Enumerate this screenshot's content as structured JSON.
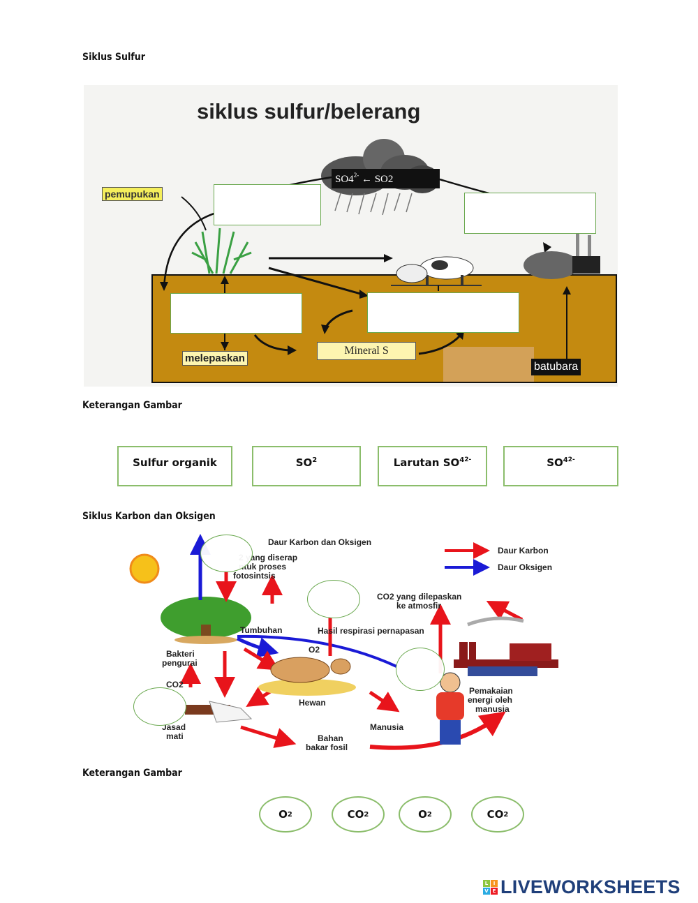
{
  "sections": {
    "sulfur_title": "Siklus Sulfur",
    "legend1_title": "Keterangan Gambar",
    "carbon_title": "Siklus Karbon dan Oksigen",
    "legend2_title": "Keterangan Gambar"
  },
  "sulfur_diagram": {
    "title": "siklus sulfur/belerang",
    "cloud_label_left": "SO4",
    "cloud_label_left_sup": "2-",
    "cloud_arrow": "←",
    "cloud_label_right": "SO2",
    "pemupukan": "pemupukan",
    "melepaskan": "melepaskan",
    "mineral": "Mineral S",
    "batubara": "batubara"
  },
  "sulfur_tiles": [
    {
      "main": "Sulfur organik",
      "sub": "",
      "sup": ""
    },
    {
      "main": "SO",
      "sub": "2",
      "sup": ""
    },
    {
      "main": "Larutan SO",
      "sub": "4",
      "sup": "2-"
    },
    {
      "main": "SO",
      "sub": "4",
      "sup": "2-"
    }
  ],
  "carbon_diagram": {
    "title": "Daur Karbon dan Oksigen",
    "legend_carbon": "Daur Karbon",
    "legend_oxygen": "Daur Oksigen",
    "absorbed": "2 yang diserap",
    "absorbed2": "ntuk proses",
    "absorbed3": "fotosintsis",
    "released1": "CO2 yang dilepaskan",
    "released2": "ke atmosfir",
    "tumbuhan": "Tumbuhan",
    "respirasi": "Hasil respirasi pernapasan",
    "o2": "O2",
    "bakteri1": "Bakteri",
    "bakteri2": "pengurai",
    "co2": "CO2",
    "jasad1": "Jasad",
    "jasad2": "mati",
    "hewan": "Hewan",
    "manusia": "Manusia",
    "pemakaian1": "Pemakaian",
    "pemakaian2": "energi oleh",
    "pemakaian3": "manusia",
    "bahan1": "Bahan",
    "bahan2": "bakar fosil",
    "carbon_color": "#e8141b",
    "oxygen_color": "#1a1ad6"
  },
  "carbon_tiles": [
    {
      "main": "O",
      "sub": "2"
    },
    {
      "main": "CO",
      "sub": "2"
    },
    {
      "main": "O",
      "sub": "2"
    },
    {
      "main": "CO",
      "sub": "2"
    }
  ],
  "brand": {
    "name": "LIVEWORKSHEETS",
    "logo_letters": [
      "L",
      "I",
      "V",
      "E"
    ]
  }
}
